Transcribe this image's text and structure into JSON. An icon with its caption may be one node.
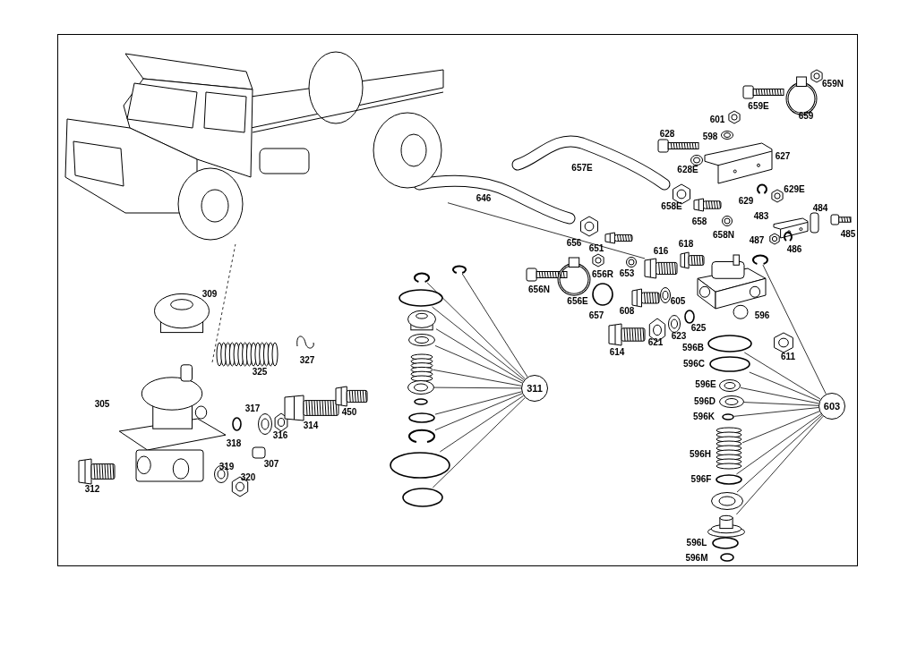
{
  "diagram": {
    "nodes": [
      {
        "text": [],
        "shape": "picture"
      },
      {
        "text": [],
        "shape": "picture",
        "beside": [
          "305"
        ]
      },
      {
        "text": [],
        "shape": "picture",
        "beside": [
          "616"
        ]
      },
      {
        "text": [],
        "shape": "picture"
      },
      {
        "text": [],
        "shape": "picture"
      },
      {
        "text": [],
        "shape": "circle"
      },
      {
        "text": [],
        "shape": "picture"
      },
      {
        "text": [],
        "shape": "picture"
      },
      {
        "text": [],
        "shape": "picture"
      },
      {
        "text": [],
        "shape": "picture"
      },
      {
        "text": [],
        "shape": "circle"
      },
      {
        "text": [],
        "shape": "circle"
      },
      {
        "text": [],
        "shape": "picture"
      },
      {
        "text": [],
        "shape": "circle"
      },
      {
        "text": [],
        "shape": "circle"
      },
      {
        "text": [
          "311"
        ]
      },
      {
        "text": [
          "603"
        ]
      },
      {
        "text": [],
        "shape": "picture"
      },
      {
        "text": [],
        "shape": "circle"
      },
      {
        "text": [],
        "shape": "circle"
      },
      {
        "text": [],
        "shape": "picture"
      },
      {
        "text": [],
        "shape": "picture"
      },
      {
        "text": [],
        "shape": "circle"
      },
      {
        "text": [],
        "shape": "picture"
      },
      {
        "text": [],
        "shape": "circle"
      },
      {
        "text": [],
        "shape": "picture"
      },
      {
        "text": [],
        "shape": "picture"
      },
      {
        "text": [],
        "shape": "circle"
      },
      {
        "text": [],
        "shape": "circle"
      }
    ],
    "edges": [
      {
        "from": 1,
        "to": 0,
        "arrow": "none",
        "style": "dashed"
      },
      {
        "from": 2,
        "to": 0,
        "arrow": "none"
      },
      {
        "from": 15,
        "to": 3,
        "arrow": "none"
      },
      {
        "from": 15,
        "to": 4,
        "arrow": "none"
      },
      {
        "from": 15,
        "to": 5,
        "arrow": "none"
      },
      {
        "from": 15,
        "to": 6,
        "arrow": "none"
      },
      {
        "from": 15,
        "to": 7,
        "arrow": "none"
      },
      {
        "from": 15,
        "to": 8,
        "arrow": "none"
      },
      {
        "from": 15,
        "to": 9,
        "arrow": "none"
      },
      {
        "from": 15,
        "to": 11,
        "arrow": "none"
      },
      {
        "from": 15,
        "to": 12,
        "arrow": "none"
      },
      {
        "from": 15,
        "to": 13,
        "arrow": "none"
      },
      {
        "from": 15,
        "to": 14,
        "arrow": "none"
      },
      {
        "from": 16,
        "to": 17,
        "arrow": "none"
      },
      {
        "from": 16,
        "to": 18,
        "arrow": "none"
      },
      {
        "from": 16,
        "to": 19,
        "arrow": "none"
      },
      {
        "from": 16,
        "to": 20,
        "arrow": "none"
      },
      {
        "from": 16,
        "to": 21,
        "arrow": "none"
      },
      {
        "from": 16,
        "to": 22,
        "arrow": "none"
      },
      {
        "from": 16,
        "to": 23,
        "arrow": "none"
      },
      {
        "from": 16,
        "to": 24,
        "arrow": "none"
      },
      {
        "from": 16,
        "to": 25,
        "arrow": "none"
      },
      {
        "from": 16,
        "to": 26,
        "arrow": "none"
      }
    ],
    "labels": [
      "659N",
      "659E",
      "659",
      "601",
      "598",
      "628",
      "627",
      "628E",
      "657E",
      "629E",
      "658E",
      "629",
      "646",
      "658",
      "483",
      "484",
      "658N",
      "485",
      "656",
      "487",
      "486",
      "651",
      "618",
      "653",
      "656R",
      "656N",
      "605",
      "656E",
      "596",
      "608",
      "657",
      "625",
      "309",
      "623",
      "621",
      "614",
      "596B",
      "611",
      "327",
      "596C",
      "325",
      "596E",
      "596D",
      "317",
      "450",
      "596K",
      "314",
      "316",
      "318",
      "596H",
      "307",
      "319",
      "320",
      "596F",
      "312",
      "596L",
      "596M"
    ]
  }
}
